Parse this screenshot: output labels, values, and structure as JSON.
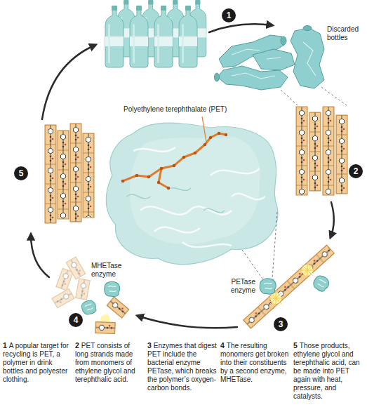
{
  "diagram": {
    "nodes": [
      {
        "text": [
          "1"
        ]
      },
      {
        "text": [
          "2"
        ]
      },
      {
        "text": [
          "3"
        ]
      },
      {
        "text": [
          "4"
        ]
      },
      {
        "text": [
          "5"
        ]
      }
    ],
    "labels": [
      "Discarded bottles",
      "Polyethylene terephthalate (PET)",
      "PETase enzyme",
      "MHETase enzyme",
      "1",
      "A popular target for recycling is PET, a polymer in drink bottles and polyester clothing.",
      "2",
      "PET consists of long strands made from monomers of ethylene glycol and terephthalic acid.",
      "3",
      "Enzymes that digest PET include the bacterial enzyme PETase, which breaks the polymer’s oxygen-carbon bonds.",
      "4",
      "The resulting monomers get broken into their constituents by a second enzyme, MHETase.",
      "5",
      "Those products, ethylene glycol and terephthalic acid, can be made into PET again with heat, pressure, and catalysts."
    ]
  }
}
